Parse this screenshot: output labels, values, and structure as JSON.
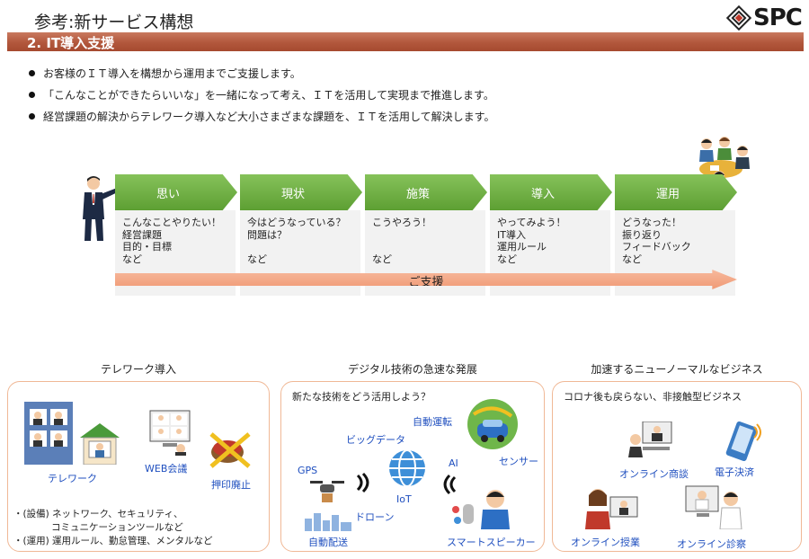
{
  "header": {
    "title": "参考:新サービス構想",
    "logo_text": "SPC"
  },
  "section": {
    "label": "2. IT導入支援"
  },
  "bullets": [
    "お客様のＩＴ導入を構想から運用までご支援します。",
    "「こんなことができたらいいな」を一緒になって考え、ＩＴを活用して実現まで推進します。",
    "経営課題の解決からテレワーク導入など大小さまざまな課題を、ＩＴを活用して解決します。"
  ],
  "flow": {
    "stages": [
      {
        "label": "思い",
        "text": "こんなことやりたい！\n経営課題\n目的・目標\nなど"
      },
      {
        "label": "現状",
        "text": "今はどうなっている？\n問題は？\n\nなど"
      },
      {
        "label": "施策",
        "text": "こうやろう！\n\n\nなど"
      },
      {
        "label": "導入",
        "text": "やってみよう！\nIT導入\n運用ルール\nなど"
      },
      {
        "label": "運用",
        "text": "どうなった！\n振り返り\nフィードバック\nなど"
      }
    ],
    "support_label": "ご支援"
  },
  "panels": {
    "telework": {
      "title": "テレワーク導入",
      "labels": {
        "telework": "テレワーク",
        "web_meeting": "WEB会議",
        "hanko": "押印廃止"
      },
      "notes": "・(設備) ネットワーク、セキュリティ、\n　　　　コミュニケーションツールなど\n・(運用) 運用ルール、勤怠管理、メンタルなど"
    },
    "digital": {
      "title": "デジタル技術の急速な発展",
      "lead": "新たな技術をどう活用しよう？",
      "labels": {
        "auto_driving": "自動運転",
        "big_data": "ビッグデータ",
        "gps": "GPS",
        "ai": "AI",
        "sensor": "センサー",
        "iot": "IoT",
        "drone": "ドローン",
        "auto_delivery": "自動配送",
        "smart_speaker": "スマートスピーカー"
      }
    },
    "newnormal": {
      "title": "加速するニューノーマルなビジネス",
      "lead": "コロナ後も戻らない、非接触型ビジネス",
      "labels": {
        "online_sales": "オンライン商談",
        "e_payment": "電子決済",
        "online_class": "オンライン授業",
        "online_clinic": "オンライン診察"
      }
    }
  },
  "colors": {
    "section_bar": "#b2573c",
    "stage_green": "#6aab3e",
    "support_arrow": "#f3a883",
    "panel_border": "#f0b896",
    "label_blue": "#1f4fbf"
  }
}
